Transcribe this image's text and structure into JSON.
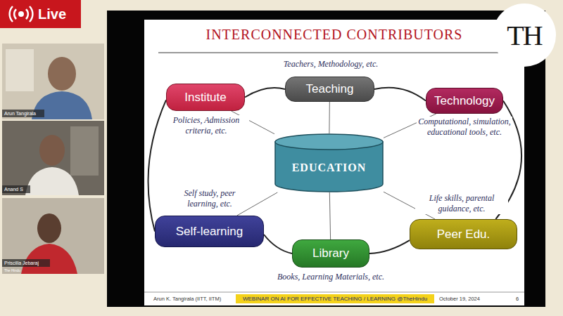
{
  "diagram": {
    "title": "INTERCONNECTED CONTRIBUTORS",
    "nodes": [
      {
        "text": [
          "Live"
        ]
      },
      {
        "text": [
          "TH"
        ]
      },
      {
        "text": [
          "Teaching"
        ]
      },
      {
        "text": [
          "Institute"
        ]
      },
      {
        "text": [
          "Technology"
        ]
      },
      {
        "text": [
          "EDUCATION"
        ]
      },
      {
        "text": [
          "Self-learning"
        ]
      },
      {
        "text": [
          "Peer Edu."
        ]
      },
      {
        "text": [
          "Library"
        ]
      },
      {
        "text": [
          "WEBINAR ON AI FOR EFFECTIVE TEACHING / LEARNING @TheHindu"
        ]
      }
    ],
    "edges": [
      {
        "from": 2,
        "to": 5,
        "arrow": "none"
      },
      {
        "from": 3,
        "to": 5,
        "arrow": "none"
      },
      {
        "from": 4,
        "to": 5,
        "arrow": "none"
      },
      {
        "from": 6,
        "to": 5,
        "arrow": "none"
      },
      {
        "from": 8,
        "to": 5,
        "arrow": "none"
      },
      {
        "from": 7,
        "to": 5,
        "arrow": "none"
      },
      {
        "from": 3,
        "to": 2,
        "arrow": "none"
      },
      {
        "from": 2,
        "to": 4,
        "arrow": "none"
      },
      {
        "from": 4,
        "to": 7,
        "arrow": "none"
      },
      {
        "from": 7,
        "to": 8,
        "arrow": "none"
      },
      {
        "from": 8,
        "to": 6,
        "arrow": "none"
      },
      {
        "from": 6,
        "to": 3,
        "arrow": "none"
      }
    ],
    "labels": [
      "Arun Tangirala",
      "Anand S",
      "Priscilla Jebaraj",
      "The Hindu",
      "Teachers, Methodology, etc.",
      "Policies, Admission criteria, etc.",
      "Computational, simulation, educational tools, etc.",
      "Self study, peer learning, etc.",
      "Life skills, parental guidance, etc.",
      "Books, Learning Materials, etc.",
      "Arun K. Tangirala (IITT, IITM)",
      "October 19, 2024",
      "6"
    ]
  }
}
